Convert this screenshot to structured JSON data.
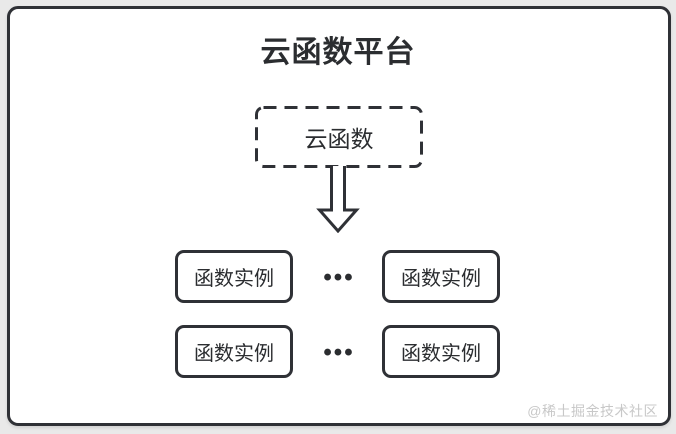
{
  "page": {
    "watermark": "@稀土掘金技术社区"
  },
  "diagram": {
    "title": "云函数平台",
    "root_box": {
      "label": "云函数"
    },
    "ellipsis": "•••",
    "rows": [
      {
        "left_box": "函数实例",
        "right_box": "函数实例"
      },
      {
        "left_box": "函数实例",
        "right_box": "函数实例"
      }
    ],
    "colors": {
      "stroke": "#2f3136",
      "text": "#2b2d30",
      "card_background": "#ffffff",
      "page_background": "#e9e9e9",
      "watermark_text": "#c8c8c8"
    }
  }
}
